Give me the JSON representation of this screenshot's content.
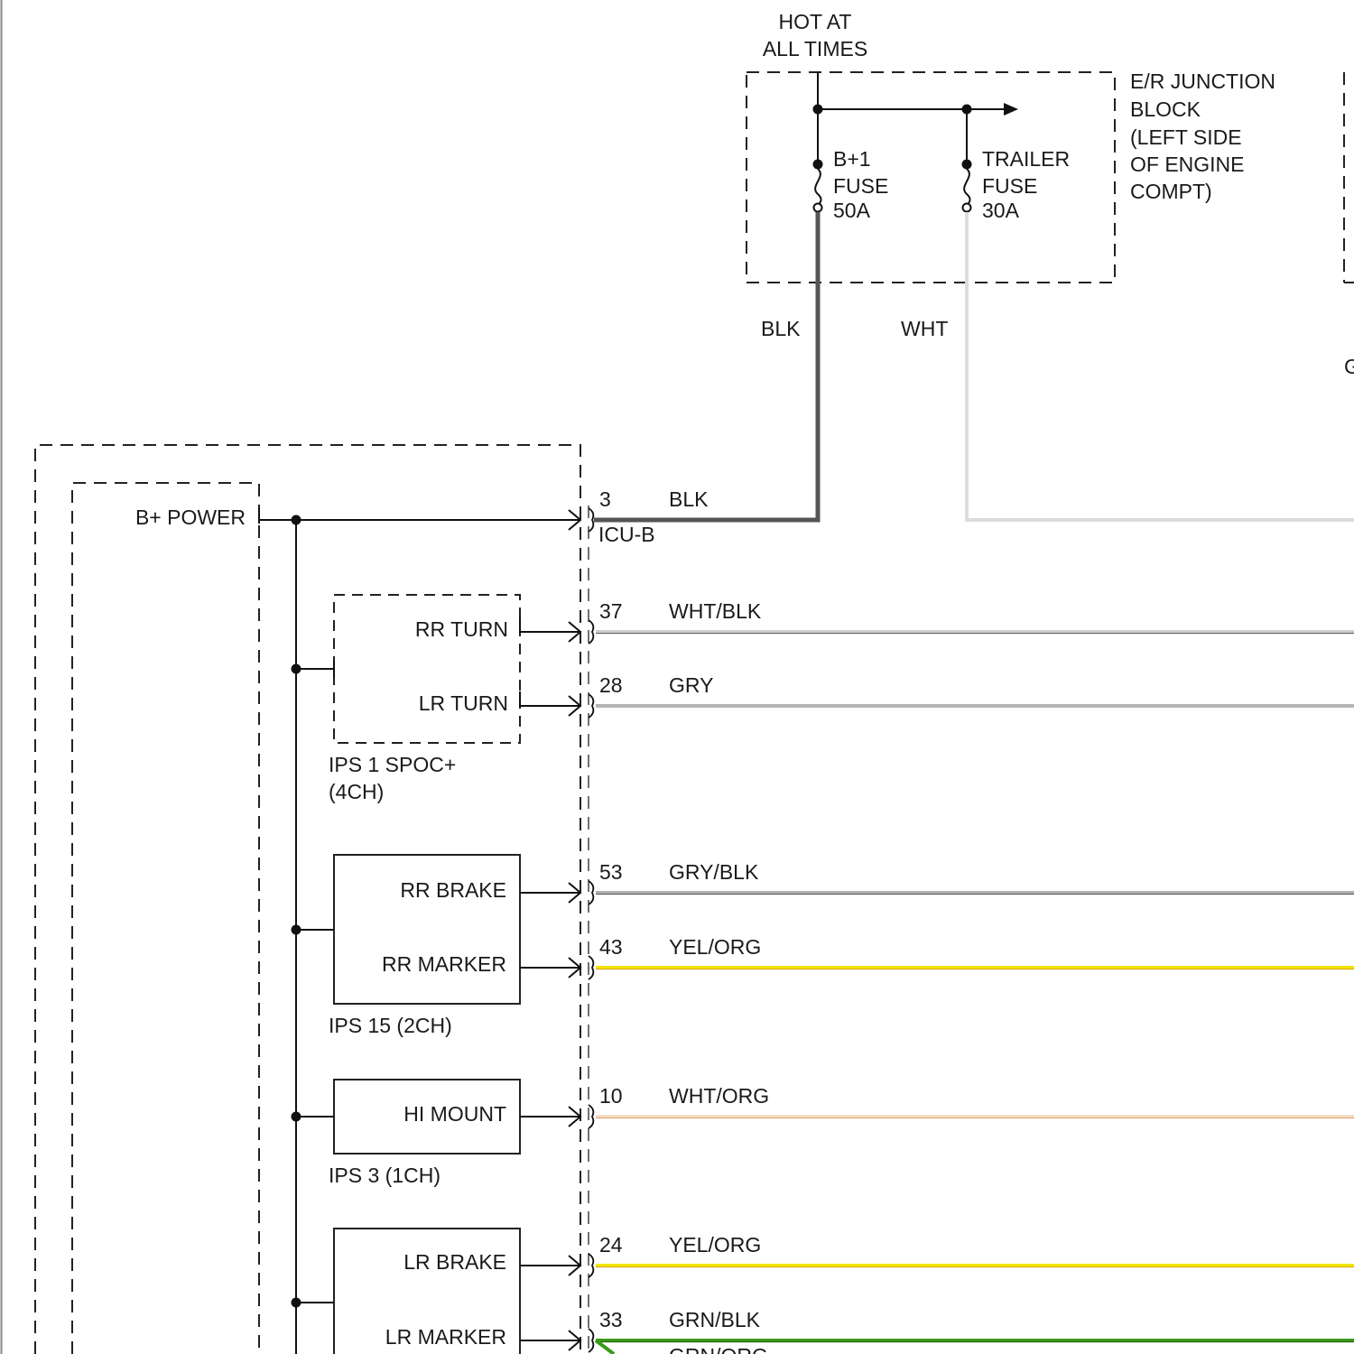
{
  "header": {
    "hot_line1": "HOT AT",
    "hot_line2": "ALL TIMES"
  },
  "junction_block": {
    "label": [
      "E/R JUNCTION",
      "BLOCK",
      "(LEFT SIDE",
      "OF ENGINE",
      "COMPT)"
    ],
    "fuses": [
      {
        "lines": [
          "B+1",
          "FUSE",
          "50A"
        ]
      },
      {
        "lines": [
          "TRAILER",
          "FUSE",
          "30A"
        ]
      }
    ]
  },
  "feed_wires": [
    {
      "color_label": "BLK",
      "color": "#555555"
    },
    {
      "color_label": "WHT",
      "color": "#dcdcdc"
    }
  ],
  "edge_fragment": "G",
  "module": {
    "power_label": "B+ POWER",
    "connector_name": "ICU-B",
    "ips_groups": [
      {
        "caption": [
          "IPS 1 SPOC+",
          "(4CH)"
        ],
        "outputs": [
          "RR TURN",
          "LR TURN"
        ]
      },
      {
        "caption": [
          "IPS 15 (2CH)"
        ],
        "outputs": [
          "RR BRAKE",
          "RR MARKER"
        ]
      },
      {
        "caption": [
          "IPS 3 (1CH)"
        ],
        "outputs": [
          "HI MOUNT"
        ]
      },
      {
        "caption": [],
        "outputs": [
          "LR BRAKE",
          "LR MARKER"
        ]
      }
    ]
  },
  "pins": [
    {
      "pin": "3",
      "wire": "BLK",
      "color": "#555555"
    },
    {
      "pin": "37",
      "wire": "WHT/BLK",
      "color": "#cfcfcf",
      "stripe": "#555555"
    },
    {
      "pin": "28",
      "wire": "GRY",
      "color": "#b5b5b5"
    },
    {
      "pin": "53",
      "wire": "GRY/BLK",
      "color": "#b0b0b0",
      "stripe": "#555555"
    },
    {
      "pin": "43",
      "wire": "YEL/ORG",
      "color": "#f2e600",
      "stripe": "#d8a000"
    },
    {
      "pin": "10",
      "wire": "WHT/ORG",
      "color": "#f3dcc4",
      "stripe": "#d8a070"
    },
    {
      "pin": "24",
      "wire": "YEL/ORG",
      "color": "#f2e600",
      "stripe": "#d8a000"
    },
    {
      "pin": "33",
      "wire": "GRN/BLK",
      "color": "#3a9a1a",
      "stripe": "#1f5a0a"
    }
  ],
  "partial_label": "GRN/ORG"
}
